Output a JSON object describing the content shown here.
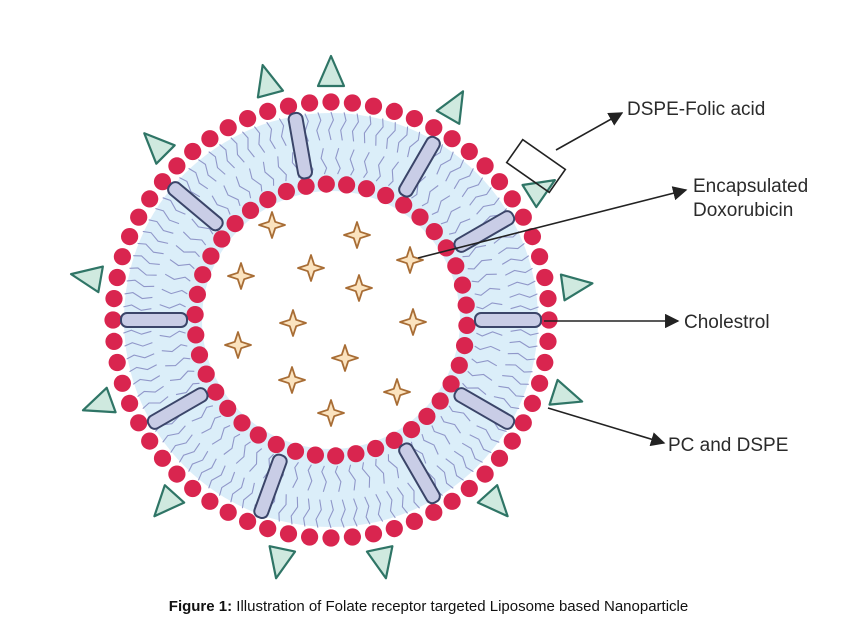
{
  "labels": {
    "dspe_folic": "DSPE-Folic acid",
    "encapsulated_line1": "Encapsulated",
    "encapsulated_line2": "Doxorubicin",
    "cholesterol": "Cholestrol",
    "pc_dspe": "PC and DSPE"
  },
  "caption": {
    "prefix": "Figure 1:",
    "text": " Illustration of Folate receptor targeted Liposome based Nanoparticle"
  },
  "colors": {
    "head": "#d9254f",
    "tail": "#9097c9",
    "bilayer_fill": "#dbeef9",
    "cholesterol_fill": "#c9cde6",
    "cholesterol_stroke": "#3b4569",
    "folate_fill": "#cfe9df",
    "folate_stroke": "#2f7566",
    "drug_fill": "#fbe3bf",
    "drug_stroke": "#a86d35",
    "arrow": "#222222"
  },
  "icons": {
    "folate": "triangle-icon",
    "drug": "four-point-star-icon",
    "cholesterol": "rounded-capsule-icon"
  }
}
